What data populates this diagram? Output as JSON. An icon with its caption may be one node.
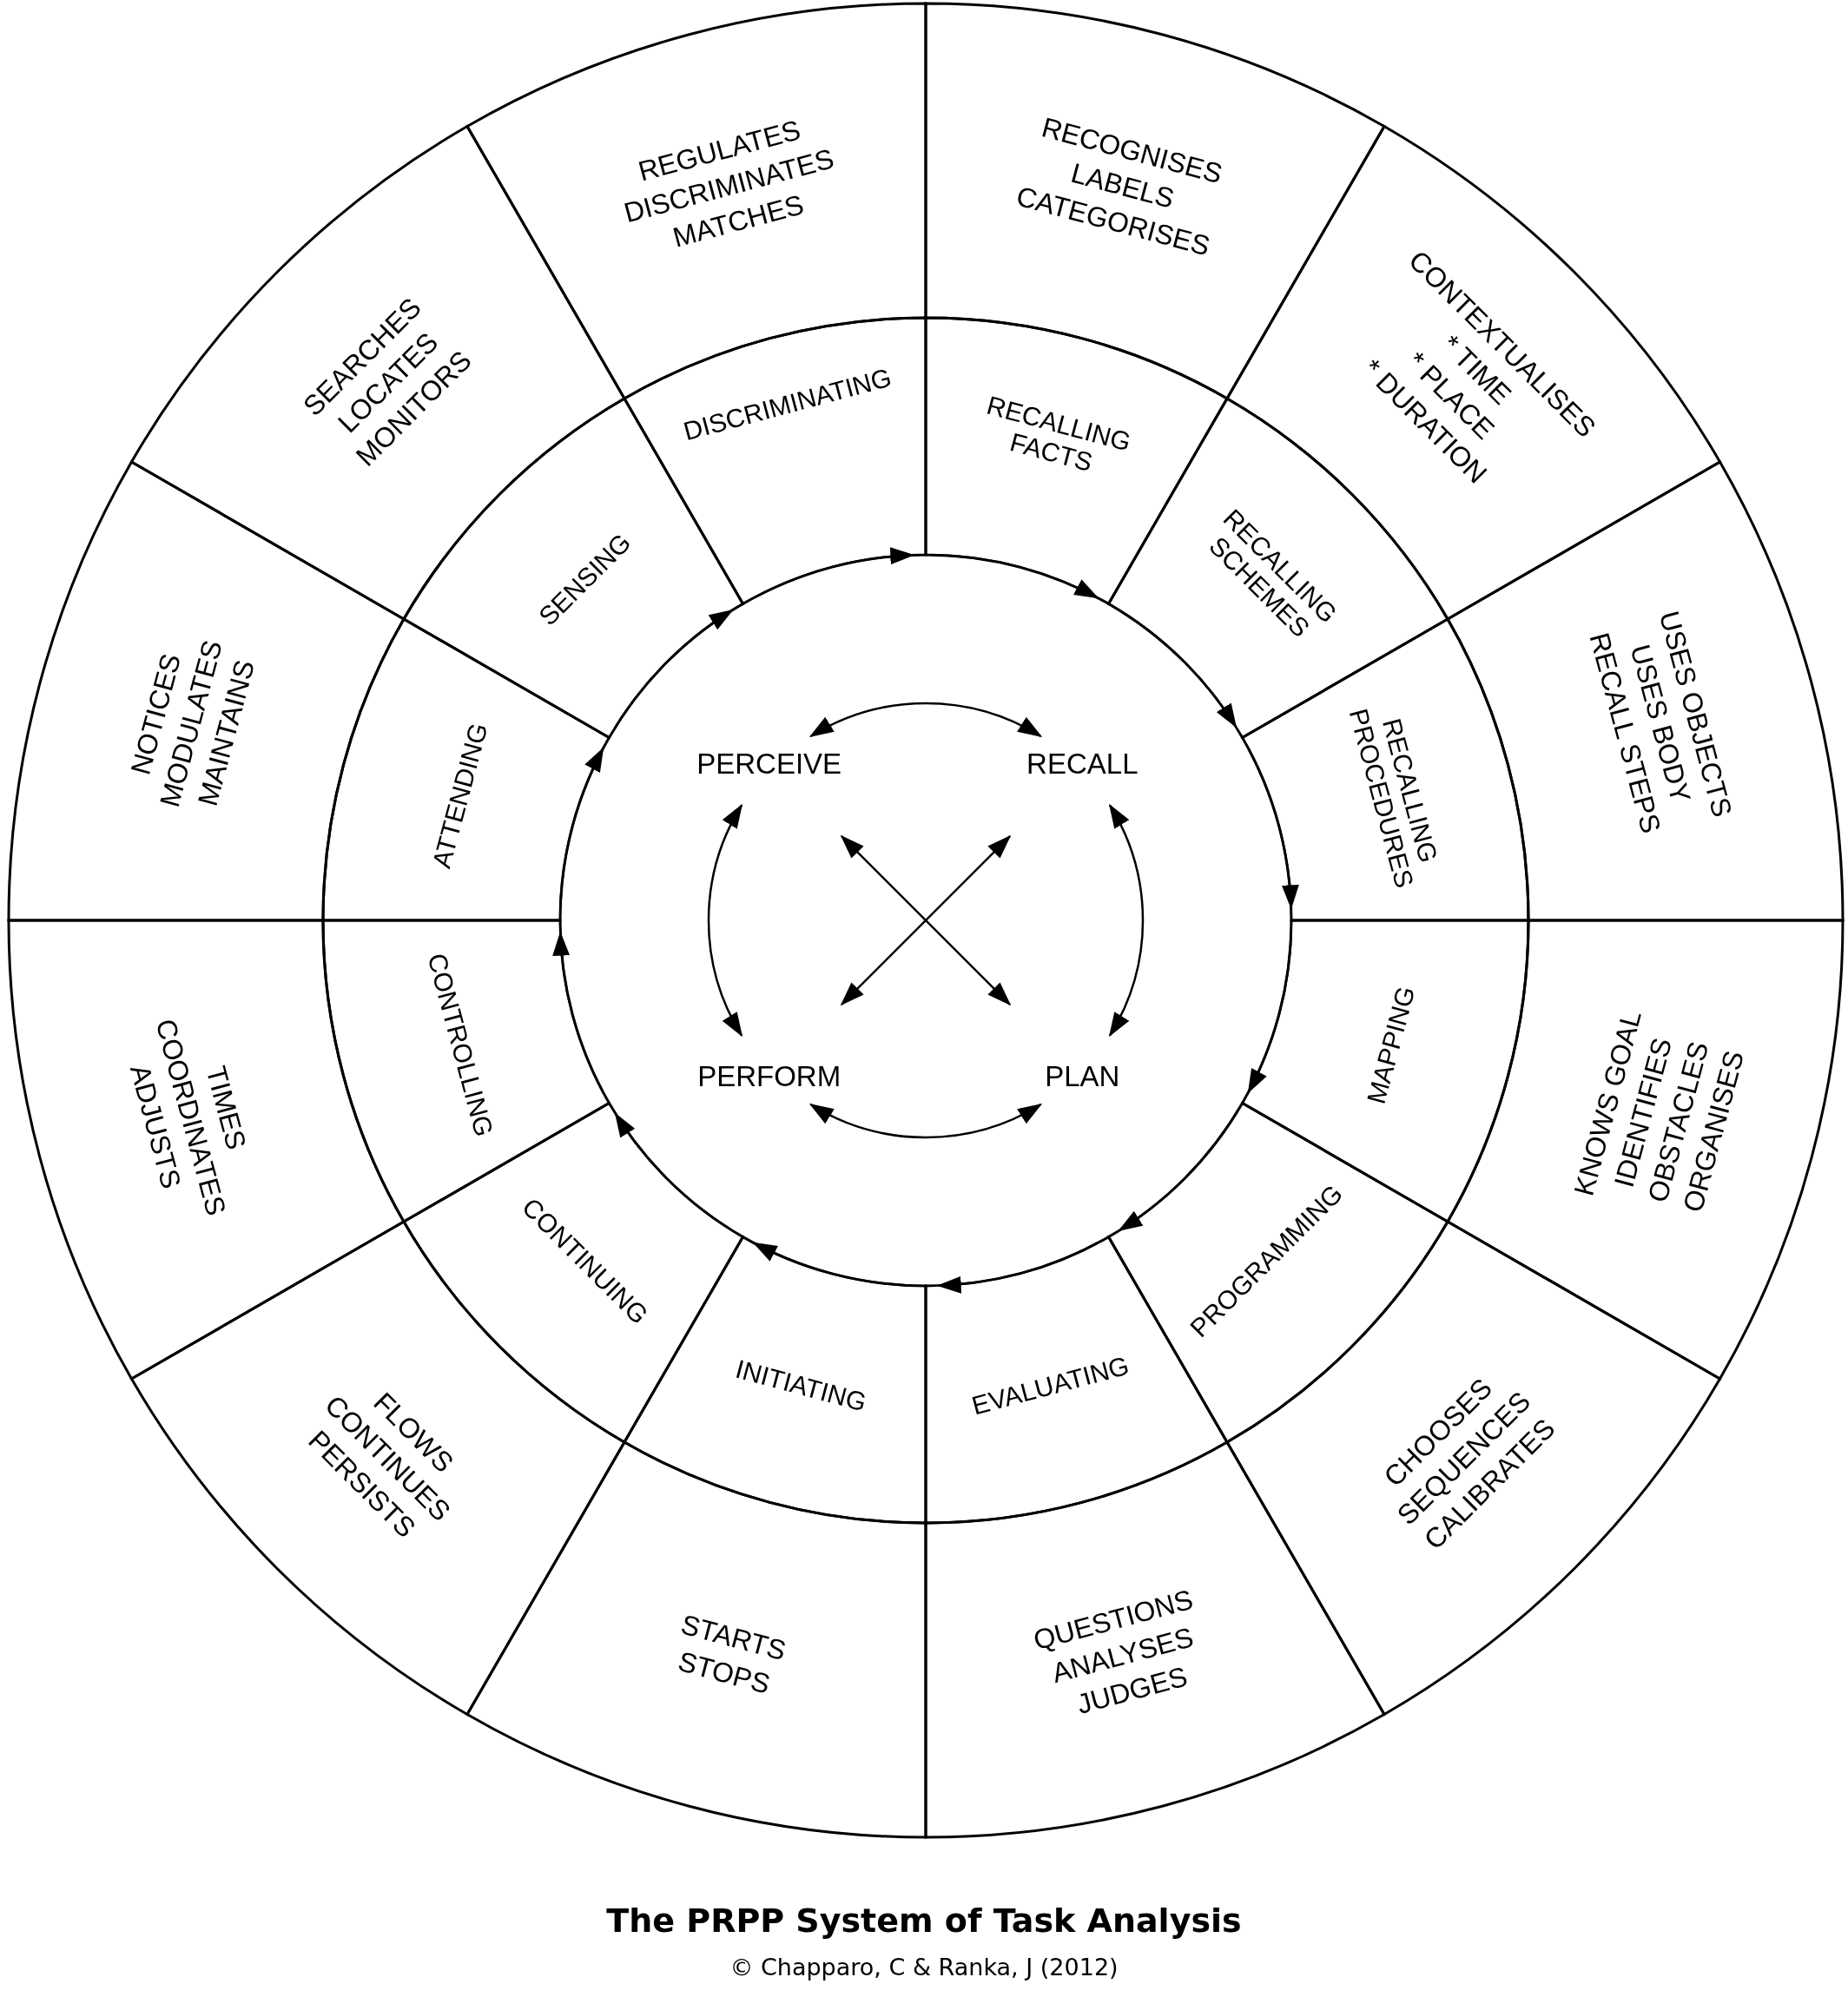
{
  "diagram": {
    "title": "The PRPP System of Task Analysis",
    "caption": "© Chapparo, C & Ranka, J (2012)",
    "nodes": [
      {
        "text": [
          "RECOGNISES",
          "LABELS",
          "CATEGORISES"
        ]
      },
      {
        "text": [
          "CONTEXTUALISES",
          "* TIME",
          "* PLACE",
          "* DURATION"
        ]
      },
      {
        "text": [
          "USES OBJECTS",
          "USES BODY",
          "RECALL STEPS"
        ]
      },
      {
        "text": [
          "KNOWS GOAL",
          "IDENTIFIES OBSTACLES",
          "ORGANISES"
        ]
      },
      {
        "text": [
          "CHOOSES",
          "SEQUENCES",
          "CALIBRATES"
        ]
      },
      {
        "text": [
          "QUESTIONS",
          "ANALYSES",
          "JUDGES"
        ]
      },
      {
        "text": [
          "STARTS",
          "STOPS"
        ]
      },
      {
        "text": [
          "FLOWS",
          "CONTINUES",
          "PERSISTS"
        ]
      },
      {
        "text": [
          "TIMES",
          "COORDINATES",
          "ADJUSTS"
        ]
      },
      {
        "text": [
          "NOTICES",
          "MODULATES",
          "MAINTAINS"
        ]
      },
      {
        "text": [
          "SEARCHES",
          "LOCATES",
          "MONITORS"
        ]
      },
      {
        "text": [
          "REGULATES",
          "DISCRIMINATES",
          "MATCHES"
        ]
      },
      {
        "text": [
          "RECALLING FACTS"
        ]
      },
      {
        "text": [
          "RECALLING SCHEMES"
        ]
      },
      {
        "text": [
          "RECALLING PROCEDURES"
        ]
      },
      {
        "text": [
          "MAPPING"
        ]
      },
      {
        "text": [
          "PROGRAMMING"
        ]
      },
      {
        "text": [
          "EVALUATING"
        ]
      },
      {
        "text": [
          "INITIATING"
        ]
      },
      {
        "text": [
          "CONTINUING"
        ]
      },
      {
        "text": [
          "CONTROLLING"
        ]
      },
      {
        "text": [
          "ATTENDING"
        ]
      },
      {
        "text": [
          "SENSING"
        ]
      },
      {
        "text": [
          "DISCRIMINATING"
        ]
      },
      {
        "text": [
          "PERCEIVE"
        ]
      },
      {
        "text": [
          "RECALL"
        ]
      },
      {
        "text": [
          "PLAN"
        ]
      },
      {
        "text": [
          "PERFORM"
        ]
      }
    ],
    "edges": [
      {
        "from": 12,
        "to": 13,
        "arrow": "to"
      },
      {
        "from": 13,
        "to": 14,
        "arrow": "to"
      },
      {
        "from": 14,
        "to": 15,
        "arrow": "to"
      },
      {
        "from": 15,
        "to": 16,
        "arrow": "to"
      },
      {
        "from": 16,
        "to": 17,
        "arrow": "to"
      },
      {
        "from": 17,
        "to": 18,
        "arrow": "to"
      },
      {
        "from": 18,
        "to": 19,
        "arrow": "to"
      },
      {
        "from": 19,
        "to": 20,
        "arrow": "to"
      },
      {
        "from": 20,
        "to": 21,
        "arrow": "to"
      },
      {
        "from": 21,
        "to": 22,
        "arrow": "to"
      },
      {
        "from": 22,
        "to": 23,
        "arrow": "to"
      },
      {
        "from": 23,
        "to": 12,
        "arrow": "to"
      },
      {
        "from": 24,
        "to": 25,
        "arrow": "both"
      },
      {
        "from": 25,
        "to": 26,
        "arrow": "both"
      },
      {
        "from": 26,
        "to": 27,
        "arrow": "both"
      },
      {
        "from": 27,
        "to": 24,
        "arrow": "both"
      },
      {
        "from": 24,
        "to": 26,
        "arrow": "both"
      },
      {
        "from": 25,
        "to": 27,
        "arrow": "both"
      }
    ]
  }
}
